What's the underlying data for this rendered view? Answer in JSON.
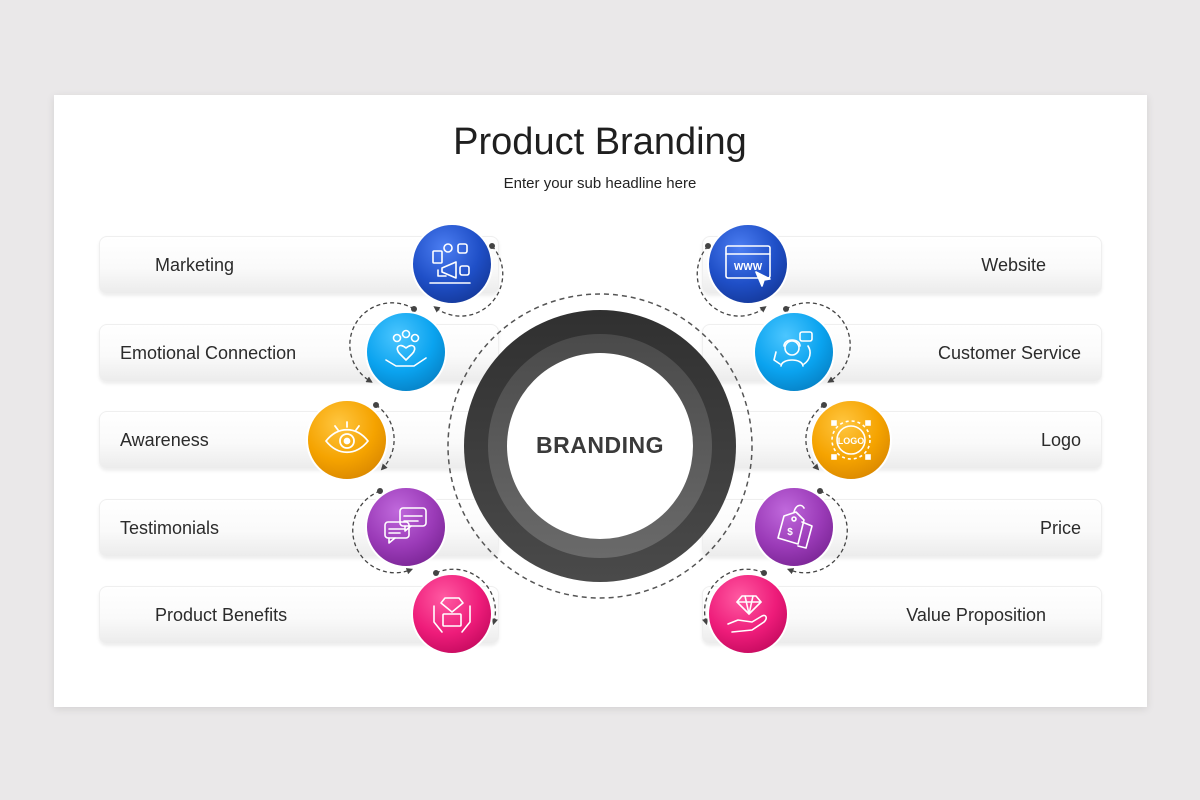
{
  "title": "Product Branding",
  "subtitle": "Enter your sub headline here",
  "center_label": "BRANDING",
  "colors": {
    "blue": "#1f4fc7",
    "sky": "#0aa3ef",
    "orange": "#f5a300",
    "purple": "#9b3bb8",
    "pink": "#ee1c7a",
    "hub_dark": "#3a3a3a"
  },
  "left_items": [
    {
      "label": "Marketing",
      "icon": "megaphone-social-icon",
      "color": "blue"
    },
    {
      "label": "Emotional Connection",
      "icon": "hand-heart-people-icon",
      "color": "sky"
    },
    {
      "label": "Awareness",
      "icon": "eye-icon",
      "color": "orange"
    },
    {
      "label": "Testimonials",
      "icon": "chat-bubbles-icon",
      "color": "purple"
    },
    {
      "label": "Product Benefits",
      "icon": "hands-diamond-box-icon",
      "color": "pink"
    }
  ],
  "right_items": [
    {
      "label": "Website",
      "icon": "www-browser-icon",
      "color": "blue"
    },
    {
      "label": "Customer Service",
      "icon": "support-agent-icon",
      "color": "sky"
    },
    {
      "label": "Logo",
      "icon": "logo-badge-icon",
      "color": "orange"
    },
    {
      "label": "Price",
      "icon": "price-tag-icon",
      "color": "purple"
    },
    {
      "label": "Value Proposition",
      "icon": "hand-diamond-icon",
      "color": "pink"
    }
  ]
}
